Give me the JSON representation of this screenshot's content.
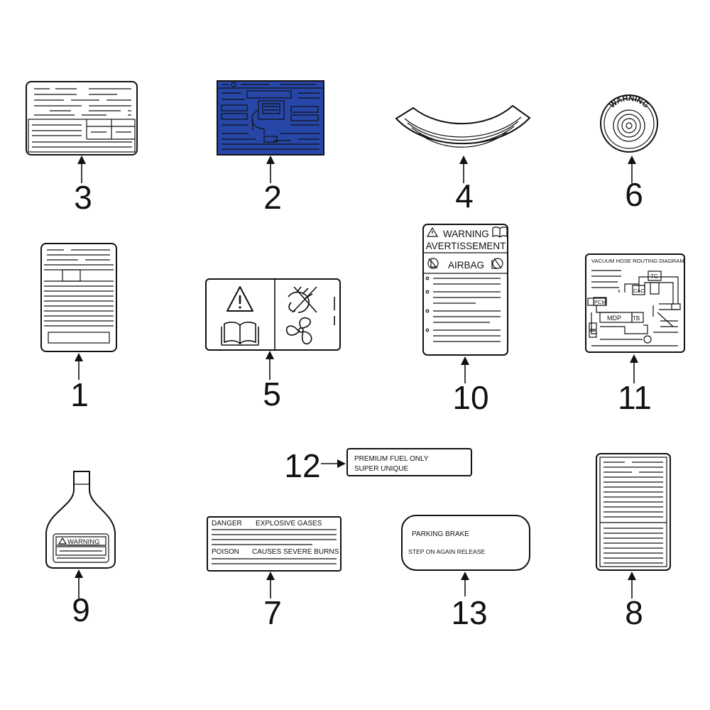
{
  "callouts": {
    "n1": "1",
    "n2": "2",
    "n3": "3",
    "n4": "4",
    "n5": "5",
    "n6": "6",
    "n7": "7",
    "n8": "8",
    "n9": "9",
    "n10": "10",
    "n11": "11",
    "n12": "12",
    "n13": "13"
  },
  "labels": {
    "warning_disc": "WARNING",
    "airbag_warning": "WARNING",
    "airbag_avertissement": "AVERTISSEMENT",
    "airbag_title": "AIRBAG",
    "vacuum_title": "VACUUM HOSE ROUTING DIAGRAM",
    "vacuum_tc": "TC",
    "vacuum_cac": "CAC",
    "vacuum_pcm": "PCM",
    "vacuum_mdp": "MDP",
    "vacuum_tb": "TB",
    "fuel_line1": "PREMIUM FUEL ONLY",
    "fuel_line2": "SUPER UNIQUE",
    "bottle_warning": "WARNING",
    "battery_danger": "DANGER",
    "battery_explosive": "EXPLOSIVE GASES",
    "battery_poison": "POISON",
    "battery_burns": "CAUSES SEVERE BURNS",
    "brake_line1": "PARKING BRAKE",
    "brake_line2": "STEP ON AGAIN RELEASE"
  },
  "colors": {
    "label2_fill": "#2747a8",
    "ink": "#111111"
  }
}
